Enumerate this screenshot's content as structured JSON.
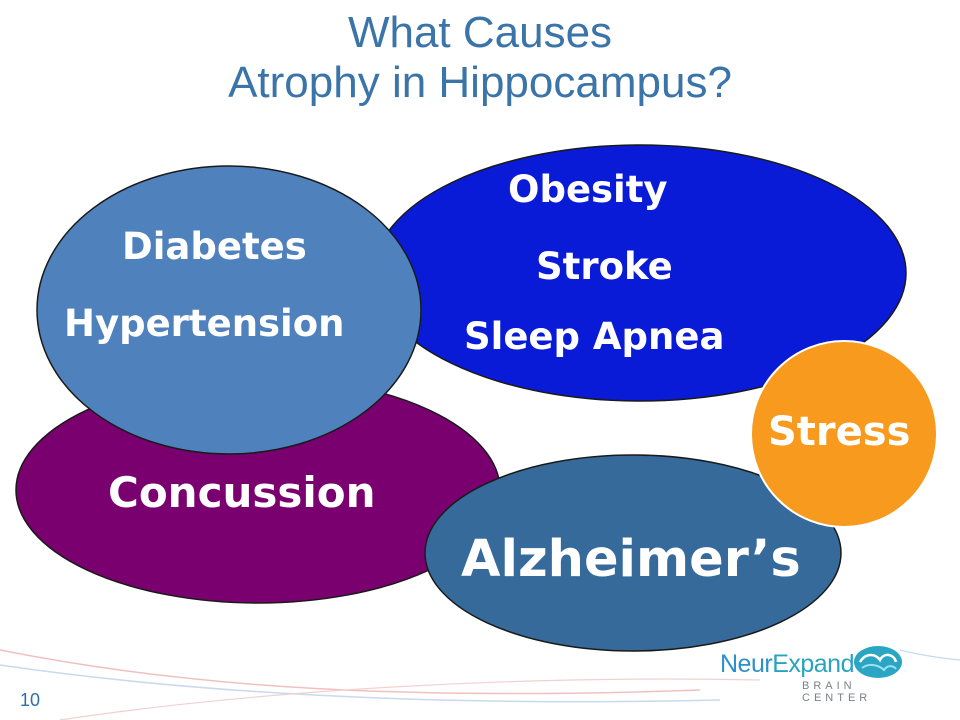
{
  "title": {
    "line1": "What Causes",
    "line2": "Atrophy in Hippocampus?"
  },
  "nodes": {
    "blue_oval": {
      "items": [
        "Obesity",
        "Stroke",
        "Sleep Apnea"
      ],
      "color": "#0a1bd8"
    },
    "steel_oval": {
      "items": [
        "Diabetes",
        "Hypertension"
      ],
      "color": "#4f81bd"
    },
    "purple_oval": {
      "label": "Concussion",
      "color": "#7a0070"
    },
    "navy_oval": {
      "label": "Alzheimer’s",
      "color": "#356a9a"
    },
    "orange_circle": {
      "label": "Stress",
      "color": "#f79a1e"
    }
  },
  "footer": {
    "slide_number": "10",
    "logo": {
      "name_part1": "Neur",
      "name_part2": "Expand",
      "tagline": "BRAIN CENTER"
    }
  },
  "colors": {
    "title": "#3a74a8",
    "outline": "#1a1a1a",
    "decorative_lines": "#e8b3b3"
  }
}
